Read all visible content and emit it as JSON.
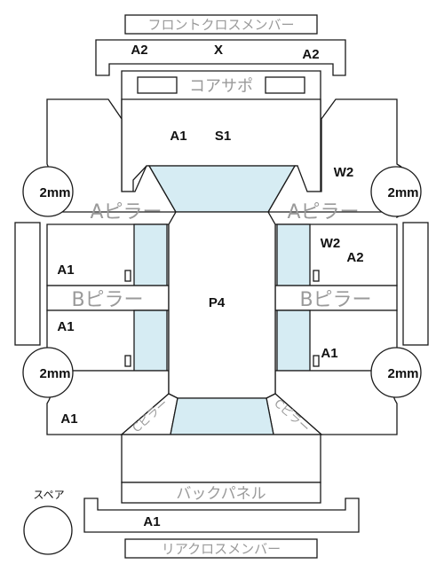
{
  "colors": {
    "glass": "#d6ecf3",
    "line": "#1a1a1a",
    "label_gray": "#9a9a9a"
  },
  "labels": {
    "front_cross_member": "フロントクロスメンバー",
    "core_support": "コアサポ",
    "a_pillar": "Aピラー",
    "b_pillar": "Bピラー",
    "back_panel": "バックパネル",
    "rear_cross_member": "リアクロスメンバー",
    "spare": "スペア",
    "rear_pillar": "Cピラー"
  },
  "codes": {
    "front_member_left": "A2",
    "front_member_center": "X",
    "front_member_right": "A2",
    "hood_a1": "A1",
    "hood_s1": "S1",
    "fender_right": "W2",
    "front_door_left": "A1",
    "front_door_right_w2": "W2",
    "front_door_right_a2": "A2",
    "roof": "P4",
    "rear_door_left": "A1",
    "rear_door_right": "A1",
    "quarter_left": "A1",
    "rear_member": "A1"
  },
  "tires": {
    "front_left": "2mm",
    "front_right": "2mm",
    "rear_left": "2mm",
    "rear_right": "2mm"
  }
}
